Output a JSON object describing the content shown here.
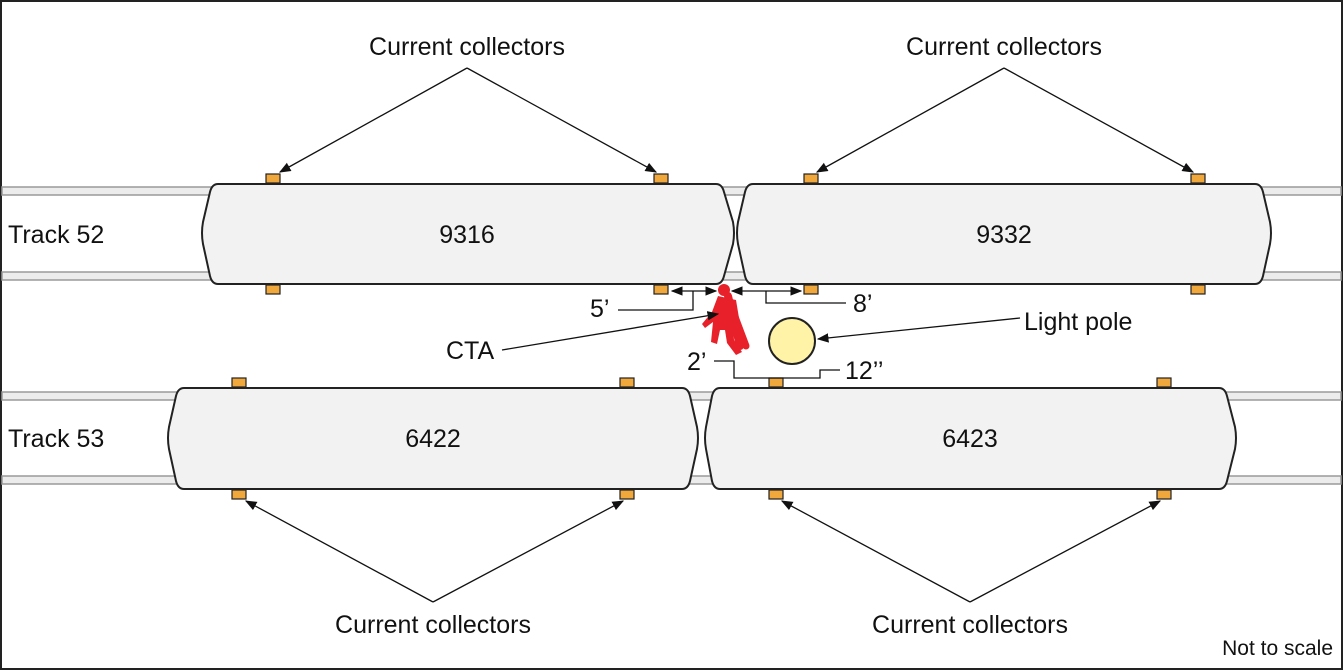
{
  "tracks": {
    "track_52": "Track 52",
    "track_53": "Track 53"
  },
  "cars": {
    "car_9316": "9316",
    "car_9332": "9332",
    "car_6422": "6422",
    "car_6423": "6423"
  },
  "labels": {
    "collectors_top_left": "Current collectors",
    "collectors_top_right": "Current collectors",
    "collectors_bottom_left": "Current collectors",
    "collectors_bottom_right": "Current collectors",
    "cta": "CTA",
    "light_pole": "Light pole",
    "dim_5ft": "5’",
    "dim_8ft": "8’",
    "dim_2ft": "2’",
    "dim_12in": "12’’",
    "not_to_scale": "Not to scale"
  },
  "colors": {
    "collector": "#f0a73c",
    "person": "#e8202a",
    "light_pole": "#fff3a8",
    "car_fill": "#f2f2f2"
  },
  "icons": {
    "person": "person-icon",
    "light_pole": "light-pole-icon"
  }
}
